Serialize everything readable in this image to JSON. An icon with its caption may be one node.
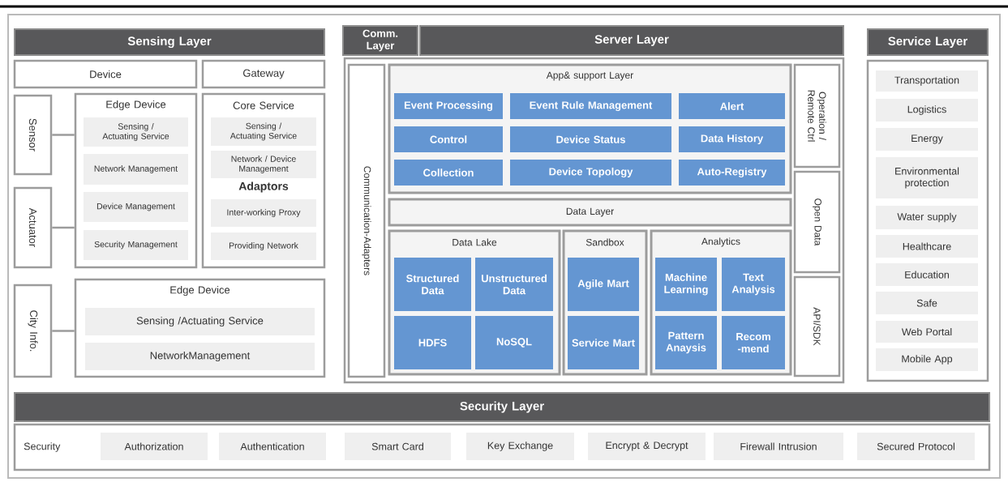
{
  "diagram": {
    "nodes": [
      {
        "text": [
          "Sensing Layer"
        ]
      },
      {
        "text": [
          "Device"
        ]
      },
      {
        "text": [
          "Gateway"
        ]
      },
      {
        "text": [
          "Sensor"
        ]
      },
      {
        "text": [
          "Actuator"
        ]
      },
      {
        "text": [
          "Edge Device"
        ]
      },
      {
        "text": [
          "Sensing / Actuating Service"
        ],
        "in": 5
      },
      {
        "text": [
          "Network Management"
        ],
        "in": 5
      },
      {
        "text": [
          "Device Management"
        ],
        "in": 5
      },
      {
        "text": [
          "Security Management"
        ],
        "in": 5
      },
      {
        "text": [
          "Core Service",
          "Adaptors"
        ]
      },
      {
        "text": [
          "Sensing / Actuating Service"
        ],
        "in": 10
      },
      {
        "text": [
          "Network / Device Management"
        ],
        "in": 10
      },
      {
        "text": [
          "Inter-working Proxy"
        ],
        "in": 10
      },
      {
        "text": [
          "Providing Network"
        ],
        "in": 10
      },
      {
        "text": [
          "City Info."
        ]
      },
      {
        "text": [
          "Edge Device"
        ]
      },
      {
        "text": [
          "Sensing /Actuating Service"
        ],
        "in": 16
      },
      {
        "text": [
          "NetworkManagement"
        ],
        "in": 16
      },
      {
        "text": [
          "Comm. Layer"
        ]
      },
      {
        "text": [
          "Server Layer"
        ]
      },
      {
        "text": [],
        "shape": "box"
      },
      {
        "text": [
          "Communication-Adapters"
        ],
        "in": 21
      },
      {
        "text": [
          "App& support Layer"
        ],
        "in": 21
      },
      {
        "text": [
          "Event Processing"
        ],
        "in": 23
      },
      {
        "text": [
          "Event Rule Management"
        ],
        "in": 23
      },
      {
        "text": [
          "Alert"
        ],
        "in": 23
      },
      {
        "text": [
          "Control"
        ],
        "in": 23
      },
      {
        "text": [
          "Device Status"
        ],
        "in": 23
      },
      {
        "text": [
          "Data History"
        ],
        "in": 23
      },
      {
        "text": [
          "Collection"
        ],
        "in": 23
      },
      {
        "text": [
          "Device Topology"
        ],
        "in": 23
      },
      {
        "text": [
          "Auto-Registry"
        ],
        "in": 23
      },
      {
        "text": [
          "Data Layer"
        ],
        "in": 21
      },
      {
        "text": [
          "Data Lake"
        ],
        "in": 21
      },
      {
        "text": [
          "Structured Data"
        ],
        "in": 34
      },
      {
        "text": [
          "Unstructured Data"
        ],
        "in": 34
      },
      {
        "text": [
          "HDFS"
        ],
        "in": 34
      },
      {
        "text": [
          "NoSQL"
        ],
        "in": 34
      },
      {
        "text": [
          "Sandbox"
        ],
        "in": 21
      },
      {
        "text": [
          "Agile Mart"
        ],
        "in": 39
      },
      {
        "text": [
          "Service Mart"
        ],
        "in": 39
      },
      {
        "text": [
          "Analytics"
        ],
        "in": 21
      },
      {
        "text": [
          "Machine Learning"
        ],
        "in": 42
      },
      {
        "text": [
          "Text Analysis"
        ],
        "in": 42
      },
      {
        "text": [
          "Pattern Anaysis"
        ],
        "in": 42
      },
      {
        "text": [
          "Recom -mend"
        ],
        "in": 42
      },
      {
        "text": [
          "Operation / Remote Ctrl"
        ],
        "in": 21
      },
      {
        "text": [
          "Open Data"
        ],
        "in": 21
      },
      {
        "text": [
          "API/SDK"
        ],
        "in": 21
      },
      {
        "text": [
          "Service Layer"
        ]
      },
      {
        "text": [],
        "shape": "box"
      },
      {
        "text": [
          "Transportation"
        ],
        "in": 51
      },
      {
        "text": [
          "Logistics"
        ],
        "in": 51
      },
      {
        "text": [
          "Energy"
        ],
        "in": 51
      },
      {
        "text": [
          "Environmental protection"
        ],
        "in": 51
      },
      {
        "text": [
          "Water supply"
        ],
        "in": 51
      },
      {
        "text": [
          "Healthcare"
        ],
        "in": 51
      },
      {
        "text": [
          "Education"
        ],
        "in": 51
      },
      {
        "text": [
          "Safe"
        ],
        "in": 51
      },
      {
        "text": [
          "Web Portal"
        ],
        "in": 51
      },
      {
        "text": [
          "Mobile App"
        ],
        "in": 51
      },
      {
        "text": [
          "Security Layer"
        ]
      },
      {
        "text": [
          "Security"
        ]
      },
      {
        "text": [
          "Authorization"
        ],
        "in": 63
      },
      {
        "text": [
          "Authentication"
        ],
        "in": 63
      },
      {
        "text": [
          "Smart Card"
        ],
        "in": 63
      },
      {
        "text": [
          "Key Exchange"
        ],
        "in": 63
      },
      {
        "text": [
          "Encrypt & Decrypt"
        ],
        "in": 63
      },
      {
        "text": [
          "Firewall Intrusion"
        ],
        "in": 63
      },
      {
        "text": [
          "Secured Protocol"
        ],
        "in": 63
      }
    ],
    "edges": [
      {
        "from": 3,
        "to": 5,
        "arrow": "none"
      },
      {
        "from": 4,
        "to": 5,
        "arrow": "none"
      },
      {
        "from": 15,
        "to": 16,
        "arrow": "none"
      }
    ]
  }
}
